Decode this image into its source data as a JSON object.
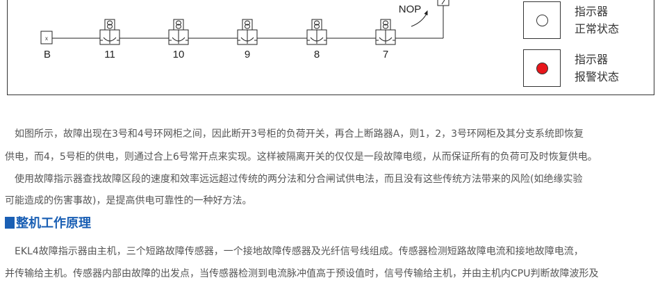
{
  "diagram": {
    "nop_label": "NOP",
    "source_label": "B",
    "source_symbol": "x",
    "units": [
      "11",
      "10",
      "9",
      "8",
      "7"
    ]
  },
  "legend": [
    {
      "line1": "指示器",
      "line2": "正常状态",
      "color": "#ffffff"
    },
    {
      "line1": "指示器",
      "line2": "报警状态",
      "color": "#e8161b"
    }
  ],
  "text": {
    "p1_l1": "　如图所示，故障出现在3号和4号环网柜之间，因此断开3号柜的负荷开关，再合上断路器A，则1，2，3号环网柜及其分支系统即恢复",
    "p1_l2": "供电，而4，5号柜的供电，则通过合上6号常开点来实现。这样被隔离开关的仅仅是一段故障电缆，从而保证所有的负荷可及时恢复供电。",
    "p2_l1": "　使用故障指示器查找故障区段的速度和效率远远超过传统的两分法和分合闸试供电法，而且没有这些传统方法带来的风险(如绝缘实验",
    "p2_l2": "可能造成的伤害事故)，是提高供电可靠性的一种好方法。",
    "heading": "整机工作原理",
    "p3_l1": "　EKL4故障指示器由主机，三个短路故障传感器，一个接地故障传感器及光纤信号线组成。传感器检测短路故障电流和接地故障电流，",
    "p3_l2": "并传输给主机。传感器内部由故障的出发点，当传感器检测到电流脉冲值高于预设值时，信号传输给主机，并由主机内CPU判断故障波形及"
  }
}
